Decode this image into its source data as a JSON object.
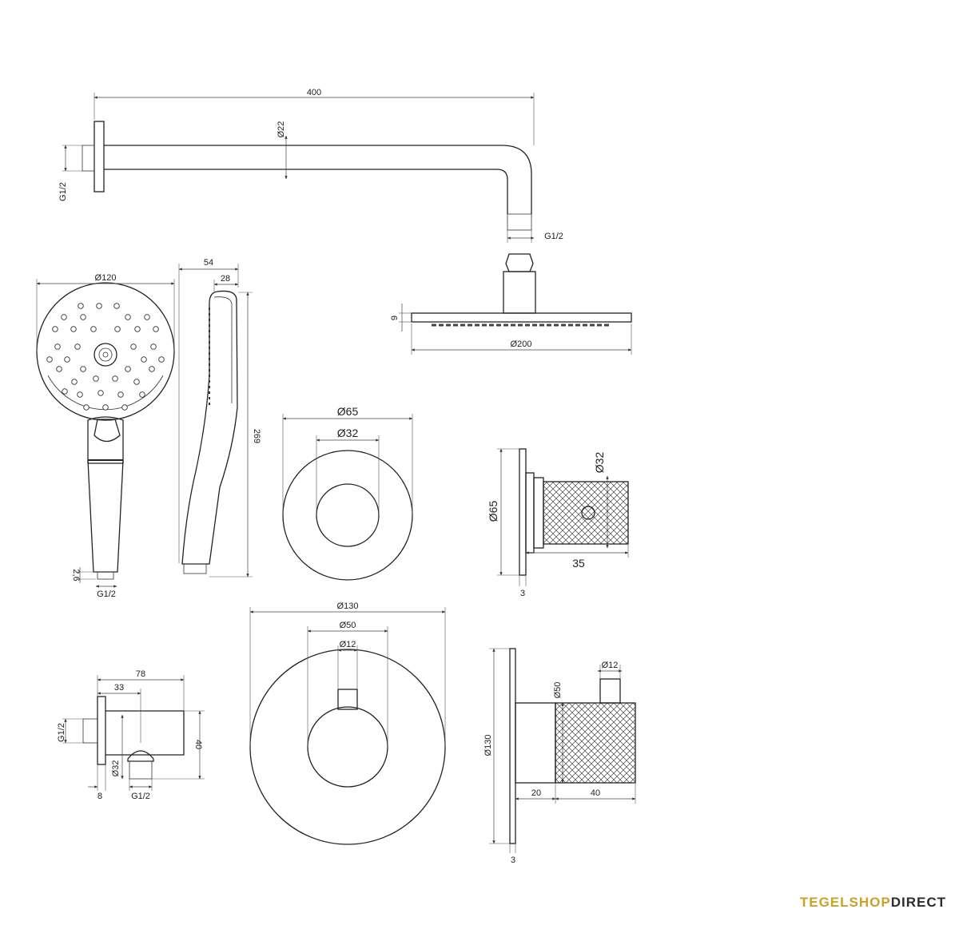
{
  "dimensions": {
    "arm_length": "400",
    "arm_diameter": "Ø22",
    "arm_wall_thread": "G1/2",
    "arm_head_thread": "G1/2",
    "head_thickness": "9",
    "head_diameter": "Ø200",
    "hand_diameter": "Ø120",
    "hand_depth": "54",
    "hand_neck": "28",
    "hand_length": "269",
    "hand_thread_len": "2,6",
    "hand_thread": "G1/2",
    "rosette_outer": "Ø65",
    "rosette_inner": "Ø32",
    "stop_plate": "Ø65",
    "stop_knob": "Ø32",
    "stop_length": "35",
    "stop_plate_thk": "3",
    "mixer_outer": "Ø130",
    "mixer_knob": "Ø50",
    "mixer_lever": "Ø12",
    "mixer_side_plate": "Ø130",
    "mixer_side_knob": "Ø50",
    "mixer_side_lever": "Ø12",
    "mixer_base": "20",
    "mixer_knob_len": "40",
    "mixer_plate_thk": "3",
    "elbow_total": "78",
    "elbow_offset": "33",
    "elbow_height": "40",
    "elbow_wall_thread": "G1/2",
    "elbow_outlet_dia": "Ø32",
    "elbow_outlet_thread": "G1/2",
    "elbow_plate_thk": "8"
  },
  "brand": {
    "part1": "TEGELSHOP",
    "part2": "DIRECT"
  }
}
